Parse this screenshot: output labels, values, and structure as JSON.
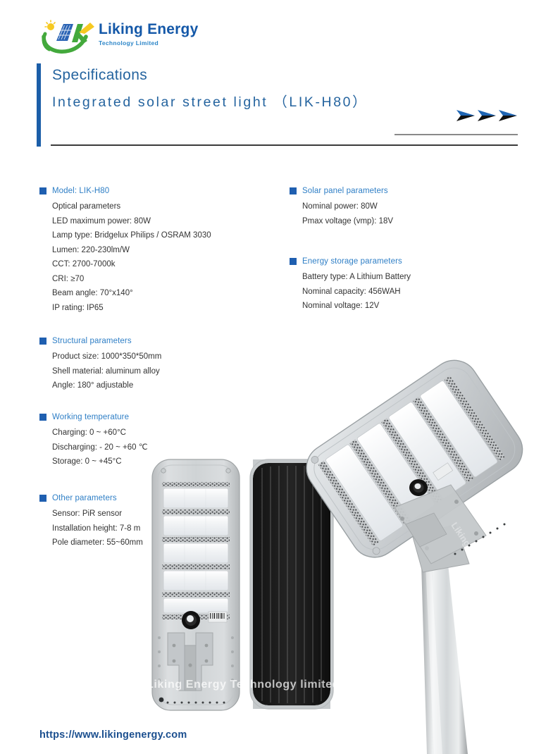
{
  "brand": {
    "name": "Liking Energy",
    "tagline": "Technology Limited",
    "logo_icon": "solar-panel-sun-swoosh-logo",
    "colors": {
      "primary_blue": "#1458a8",
      "accent_blue": "#2f7fc6",
      "sub_blue": "#2d86c8",
      "logo_green": "#43a93c",
      "logo_yellow": "#f6c921",
      "panel_blue": "#2b64b5"
    }
  },
  "header": {
    "title": "Specifications",
    "subtitle": "Integrated  solar  street  light （LIK‑H80）",
    "arrows_icon": "triple-chevron-right-icon"
  },
  "sections": [
    {
      "id": "model",
      "heading": "Model: LIK-H80",
      "lines": [
        "Optical parameters",
        "LED maximum power: 80W",
        "Lamp type: Bridgelux Philips / OSRAM 3030",
        "Lumen: 220-230lm/W",
        "CCT: 2700-7000k",
        "CRI: ≥70",
        "Beam angle: 70°x140°",
        "IP rating: IP65"
      ]
    },
    {
      "id": "structural",
      "heading": "Structural parameters",
      "lines": [
        "Product size: 1000*350*50mm",
        "Shell material: aluminum alloy",
        "Angle: 180° adjustable"
      ]
    },
    {
      "id": "working",
      "heading": "Working temperature",
      "lines": [
        "Charging: 0 ~  +60°C",
        "Discharging: - 20 ~  +60 ℃",
        "Storage: 0 ~  +45°C"
      ]
    },
    {
      "id": "other",
      "heading": "Other parameters",
      "lines": [
        "Sensor: PiR sensor",
        "Installation height: 7-8 m",
        "Pole diameter: 55~60mm"
      ]
    },
    {
      "id": "solar",
      "heading": "Solar panel parameters",
      "lines": [
        "Nominal power: 80W",
        "Pmax voltage (vmp): 18V"
      ]
    },
    {
      "id": "energy",
      "heading": "Energy storage parameters",
      "lines": [
        "Battery type: A Lithium Battery",
        "Nominal capacity: 456WAH",
        "Nominal voltage: 12V"
      ]
    }
  ],
  "product_images": {
    "front_view": "street-light-front-view",
    "back_view": "solar-panel-back-view",
    "angled_view": "street-light-on-pole-angled-view",
    "watermark": "Liking Energy Technology limited"
  },
  "footer": {
    "url": "https://www.likingenergy.com"
  }
}
